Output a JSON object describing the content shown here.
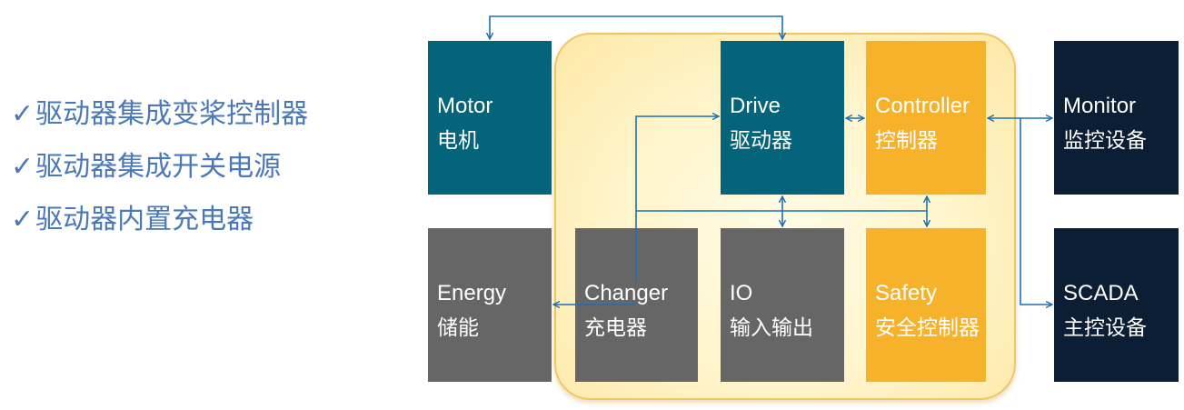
{
  "bullets": [
    {
      "check": "✓",
      "text": "驱动器集成变桨控制器"
    },
    {
      "check": "✓",
      "text": "驱动器集成开关电源"
    },
    {
      "check": "✓",
      "text": "驱动器内置充电器"
    }
  ],
  "blocks": {
    "motor": {
      "en": "Motor",
      "cn": "电机"
    },
    "drive": {
      "en": "Drive",
      "cn": "驱动器"
    },
    "controller": {
      "en": "Controller",
      "cn": "控制器"
    },
    "monitor": {
      "en": "Monitor",
      "cn": "监控设备"
    },
    "energy": {
      "en": "Energy",
      "cn": "储能"
    },
    "changer": {
      "en": "Changer",
      "cn": "充电器"
    },
    "io": {
      "en": "IO",
      "cn": "输入输出"
    },
    "safety": {
      "en": "Safety",
      "cn": "安全控制器"
    },
    "scada": {
      "en": "SCADA",
      "cn": "主控设备"
    }
  },
  "colors": {
    "teal": "#06647a",
    "gray": "#666666",
    "yellow": "#f7b22c",
    "navy": "#0c1e34",
    "bullet_text": "#4a78b8",
    "connector": "#1f6fb3",
    "panel_border": "#f2c564"
  }
}
